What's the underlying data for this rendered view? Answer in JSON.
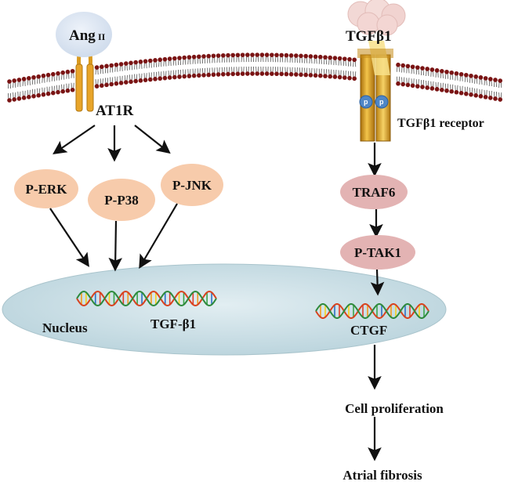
{
  "labels": {
    "ang_main": "Ang",
    "ang_roman": "II",
    "tgfb1": "TGFβ1",
    "at1r": "AT1R",
    "tgfb1_receptor": "TGFβ1 receptor",
    "p_erk": "P-ERK",
    "p_p38": "P-P38",
    "p_jnk": "P-JNK",
    "traf6": "TRAF6",
    "p_tak1": "P-TAK1",
    "nucleus": "Nucleus",
    "tgf_b1_gene": "TGF-β1",
    "ctgf": "CTGF",
    "cell_proliferation": "Cell  proliferation",
    "atrial_fibrosis": "Atrial fibrosis",
    "phospho_left": "p",
    "phospho_right": "p"
  },
  "colors": {
    "membrane_head": "#7a1414",
    "membrane_tail": "#555555",
    "ang_fill": "#dbe6f3",
    "tgfb1_fill": "#f3d6d3",
    "kinase_fill": "#f7cbab",
    "traf_fill": "#e3b3b3",
    "receptor_gold": "#d39a1c",
    "phospho_fill": "#4f86c6",
    "nucleus_fill": "#c9dfe6",
    "arrow": "#111111"
  }
}
